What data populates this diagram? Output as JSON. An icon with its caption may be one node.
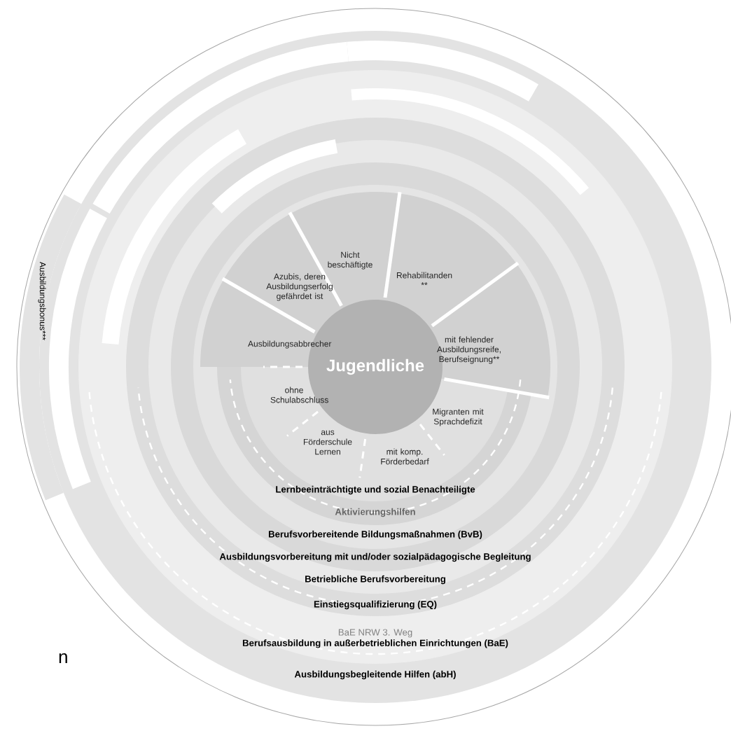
{
  "diagram": {
    "nodes": [
      {
        "text": [
          "Jugendliche"
        ]
      },
      {
        "text": [
          "Ausbildungsabbrecher"
        ]
      },
      {
        "text": [
          "Azubis, deren Ausbildungserfolg gefährdet ist"
        ]
      },
      {
        "text": [
          "Nicht beschäftigte"
        ]
      },
      {
        "text": [
          "Rehabilitanden **"
        ]
      },
      {
        "text": [
          "mit fehlender Ausbildungsreife, Berufseignung**"
        ]
      },
      {
        "text": [
          "Migranten mit Sprachdefizit"
        ]
      },
      {
        "text": [
          "mit komp. Förderbedarf"
        ]
      },
      {
        "text": [
          "aus Förderschule Lernen"
        ]
      },
      {
        "text": [
          "ohne Schulabschluss"
        ]
      },
      {
        "text": [
          "Lernbeeinträchtigte und sozial Benachteiligte"
        ]
      },
      {
        "text": [
          "Aktivierungshilfen"
        ]
      },
      {
        "text": [
          "Berufsvorbereitende Bildungsmaßnahmen (BvB)"
        ]
      },
      {
        "text": [
          "Ausbildungsvorbereitung mit und/oder sozialpädagogische Begleitung"
        ]
      },
      {
        "text": [
          "Betriebliche Berufsvorbereitung"
        ]
      },
      {
        "text": [
          "Einstiegsqualifizierung (EQ)"
        ]
      },
      {
        "text": [
          "BaE NRW 3. Weg",
          "Berufsausbildung in außerbetrieblichen Einrichtungen (BaE)"
        ]
      },
      {
        "text": [
          "Ausbildungsbegleitende Hilfen (abH)"
        ]
      },
      {
        "text": [
          "Ausbildungsbonus***"
        ]
      }
    ],
    "labels": [
      "n"
    ]
  }
}
